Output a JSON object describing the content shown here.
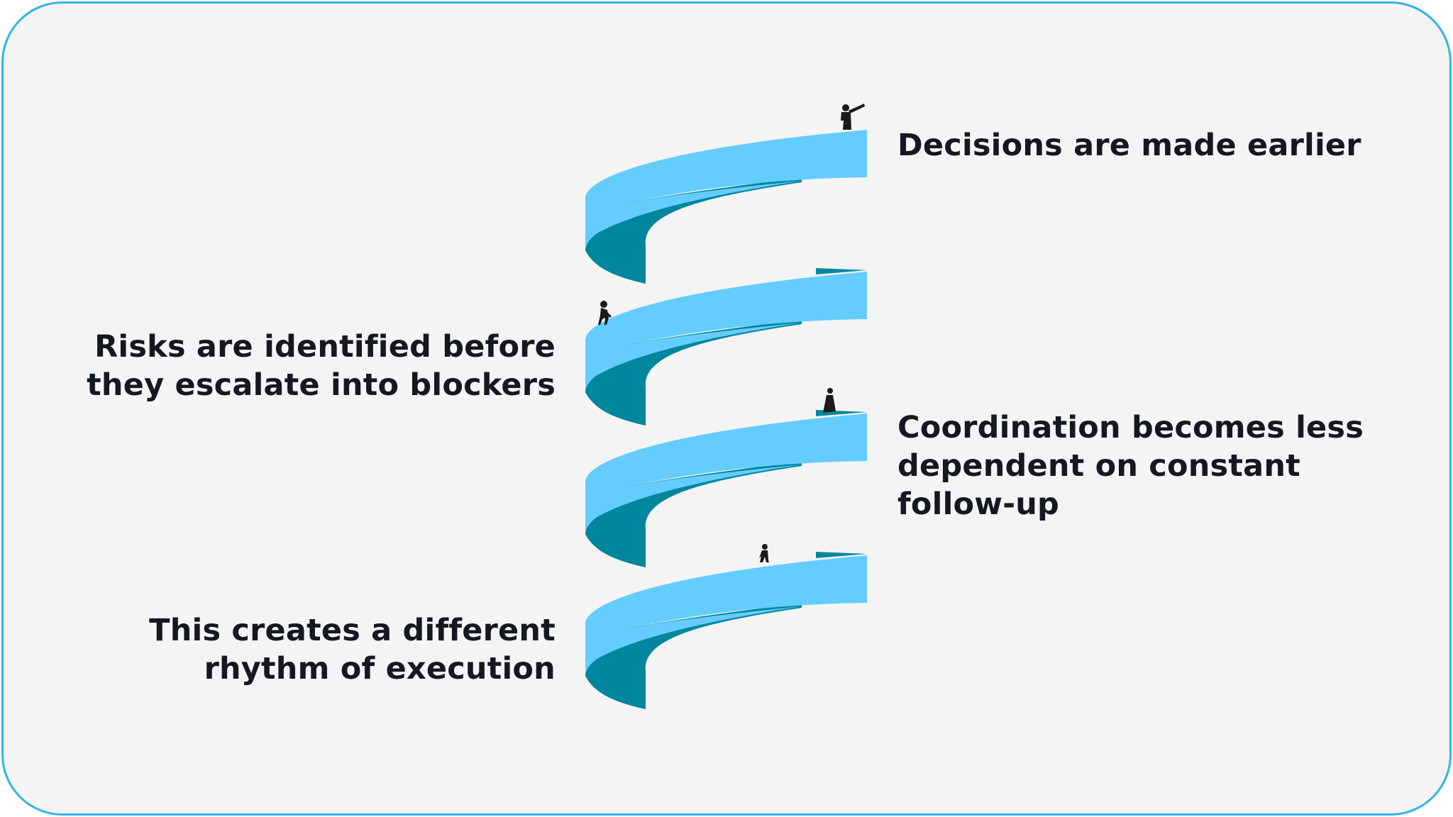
{
  "colors": {
    "border": "#34b4e4",
    "background": "#f4f4f4",
    "ribbon_front": "#64cdfd",
    "ribbon_back": "#00869d",
    "text": "#141820",
    "figure": "#1a1a1a"
  },
  "statements": [
    {
      "text": "Decisions are made earlier"
    },
    {
      "text": "Risks are identified before\nthey escalate into blockers"
    },
    {
      "text": "Coordination becomes less\ndependent on constant\nfollow-up"
    },
    {
      "text": "This creates a different\nrhythm of execution"
    }
  ],
  "figures": [
    {
      "icon": "person-with-telescope-icon"
    },
    {
      "icon": "climbing-person-icon"
    },
    {
      "icon": "sitting-person-icon"
    },
    {
      "icon": "walking-person-icon"
    }
  ]
}
